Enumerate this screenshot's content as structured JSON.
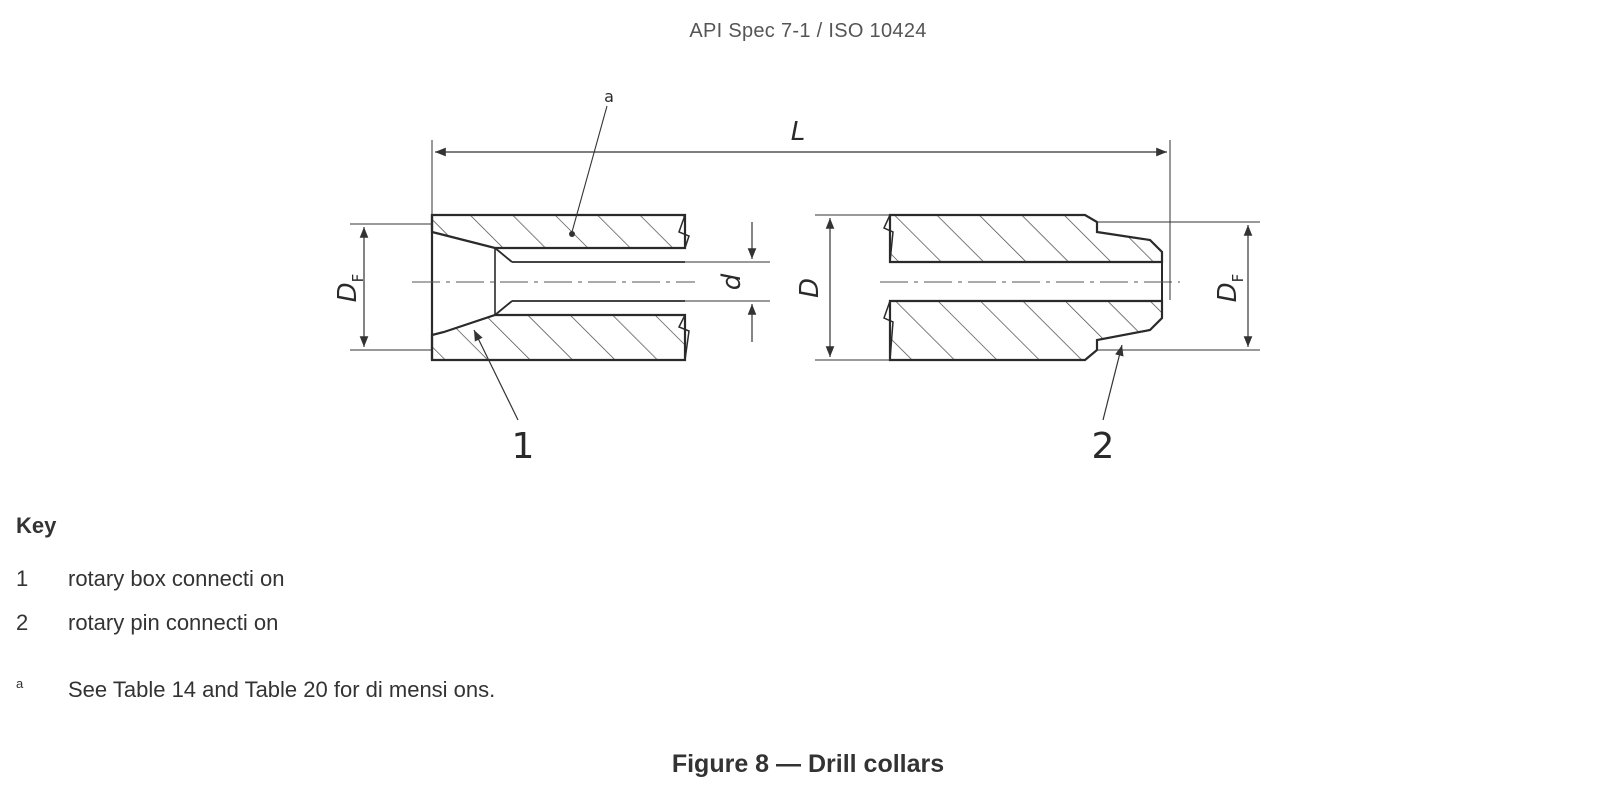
{
  "header": {
    "title": "API Spec 7-1 / ISO 10424"
  },
  "drawing": {
    "labels": {
      "length": "L",
      "face_diameter": "D",
      "face_diameter_sub": "F",
      "bore": "d",
      "outside_diameter": "D",
      "footnote_marker": "a",
      "box_ref": "1",
      "pin_ref": "2"
    }
  },
  "key": {
    "title": "Key",
    "items": [
      {
        "marker": "1",
        "text": "rotary box connecti on"
      },
      {
        "marker": "2",
        "text": "rotary pin connecti on"
      }
    ],
    "note": {
      "marker": "a",
      "text": "See Table 14 and Table 20 for di mensi ons."
    }
  },
  "caption": "Figure 8 — Drill collars"
}
